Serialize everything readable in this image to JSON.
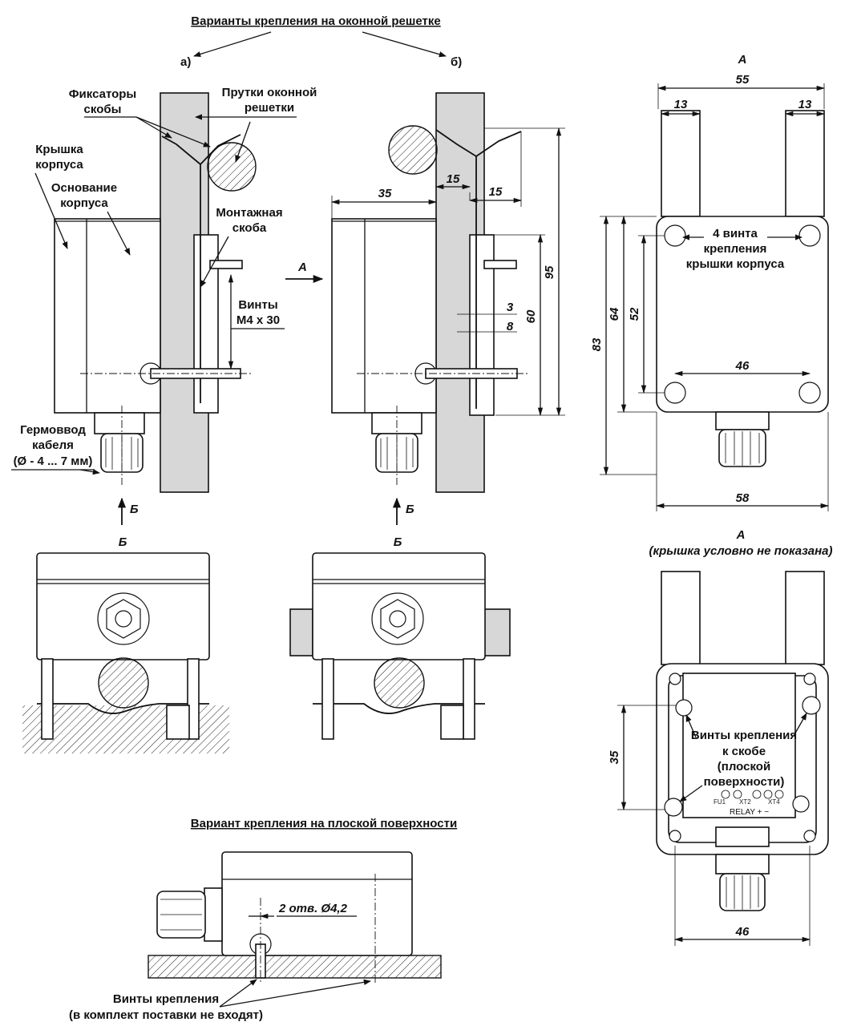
{
  "titles": {
    "grille": "Варианты крепления на оконной решетке",
    "flat": "Вариант крепления на плоской поверхности"
  },
  "variant_a": "а)",
  "variant_b": "б)",
  "view_a": "А",
  "view_b": "Б",
  "view_a_note": "(крышка условно не показана)",
  "labels": {
    "clip_fixers": [
      "Фиксаторы",
      "скобы"
    ],
    "grille_rods": [
      "Прутки оконной",
      "решетки"
    ],
    "cover": [
      "Крышка",
      "корпуса"
    ],
    "base": [
      "Основание",
      "корпуса"
    ],
    "bracket": [
      "Монтажная",
      "скоба"
    ],
    "screws_m4": [
      "Винты",
      "М4 х 30"
    ],
    "gland": [
      "Гермоввод",
      "кабеля",
      "(Ø - 4 ... 7 мм)"
    ],
    "cover_screws": [
      "4 винта",
      "крепления",
      "крышки корпуса"
    ],
    "bracket_screws": [
      "Винты крепления",
      "к скобе",
      "(плоской",
      "поверхности)"
    ],
    "holes": "2 отв. Ø4,2",
    "mount_screws": [
      "Винты крепления",
      "(в комплект поставки не входят)"
    ]
  },
  "dims_side": {
    "d35": "35",
    "d15a": "15",
    "d15b": "15",
    "d95": "95",
    "d60": "60",
    "d3": "3",
    "d8": "8"
  },
  "dims_front": {
    "d55": "55",
    "d13a": "13",
    "d13b": "13",
    "d83": "83",
    "d64": "64",
    "d52": "52",
    "d46": "46",
    "d58": "58"
  },
  "dims_open": {
    "d35": "35",
    "d46": "46"
  },
  "pcb": {
    "relay": "RELAY  +   −",
    "xt2": "XT2",
    "xt4": "XT4",
    "fuse": "FU1"
  }
}
